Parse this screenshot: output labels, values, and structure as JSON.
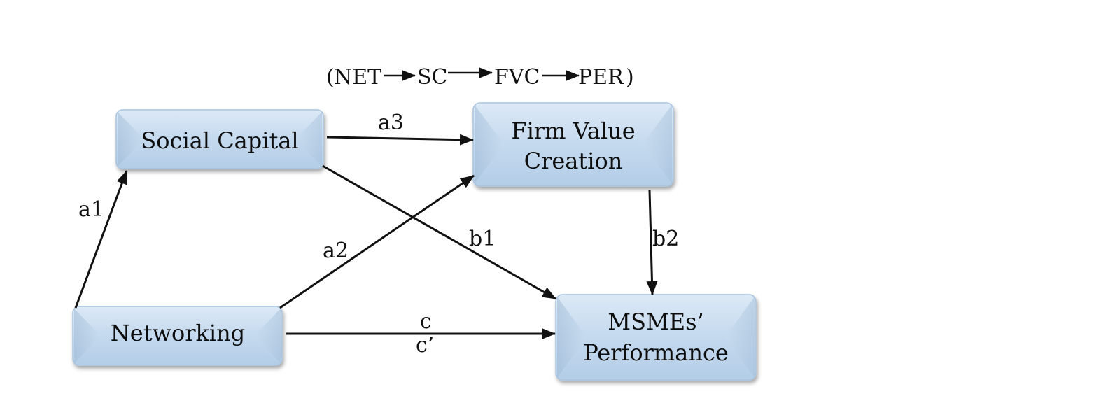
{
  "heading": {
    "open_paren": "(",
    "steps": [
      "NET",
      "SC",
      "FVC",
      "PER"
    ],
    "close_paren": ")"
  },
  "nodes": {
    "social_capital": {
      "lines": [
        "Social Capital"
      ]
    },
    "firm_value_creation": {
      "lines": [
        "Firm Value",
        "Creation"
      ]
    },
    "networking": {
      "lines": [
        "Networking"
      ]
    },
    "msmes_performance": {
      "lines": [
        "MSMEs’",
        "Performance"
      ]
    }
  },
  "paths": {
    "a1": "a1",
    "a2": "a2",
    "a3": "a3",
    "b1": "b1",
    "b2": "b2",
    "c": "c",
    "c_prime": "c’"
  },
  "colors": {
    "box_top": "#dbe8f5",
    "box_bottom": "#b6cfe8",
    "box_border": "#9fbedc",
    "arrow": "#111111"
  }
}
